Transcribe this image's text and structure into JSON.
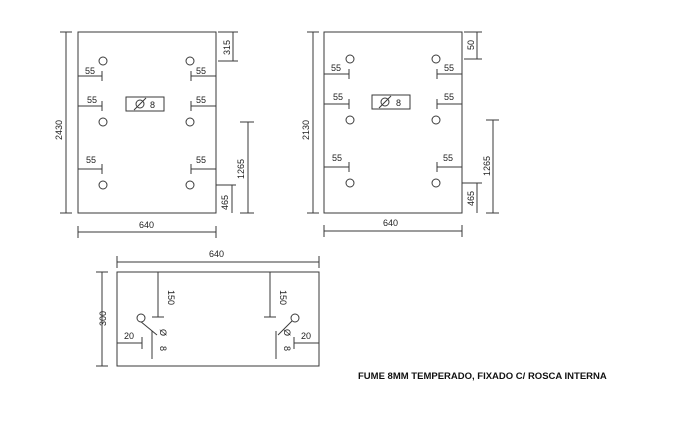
{
  "panel_a": {
    "height": "2430",
    "width": "640",
    "top_offset": "315",
    "hole_spacing": "1265",
    "bottom_offset": "465",
    "edge_offset": "55",
    "hole_label": "8"
  },
  "panel_b": {
    "height": "2130",
    "width": "640",
    "top_offset": "50",
    "hole_spacing": "1265",
    "bottom_offset": "465",
    "edge_offset": "55",
    "hole_label": "8"
  },
  "panel_c": {
    "width": "640",
    "height": "300",
    "hole_depth": "150",
    "side_offset": "20",
    "hole_label": "8"
  },
  "note": "FUME 8MM TEMPERADO, FIXADO C/ ROSCA INTERNA",
  "diameter_symbol": "Ø"
}
